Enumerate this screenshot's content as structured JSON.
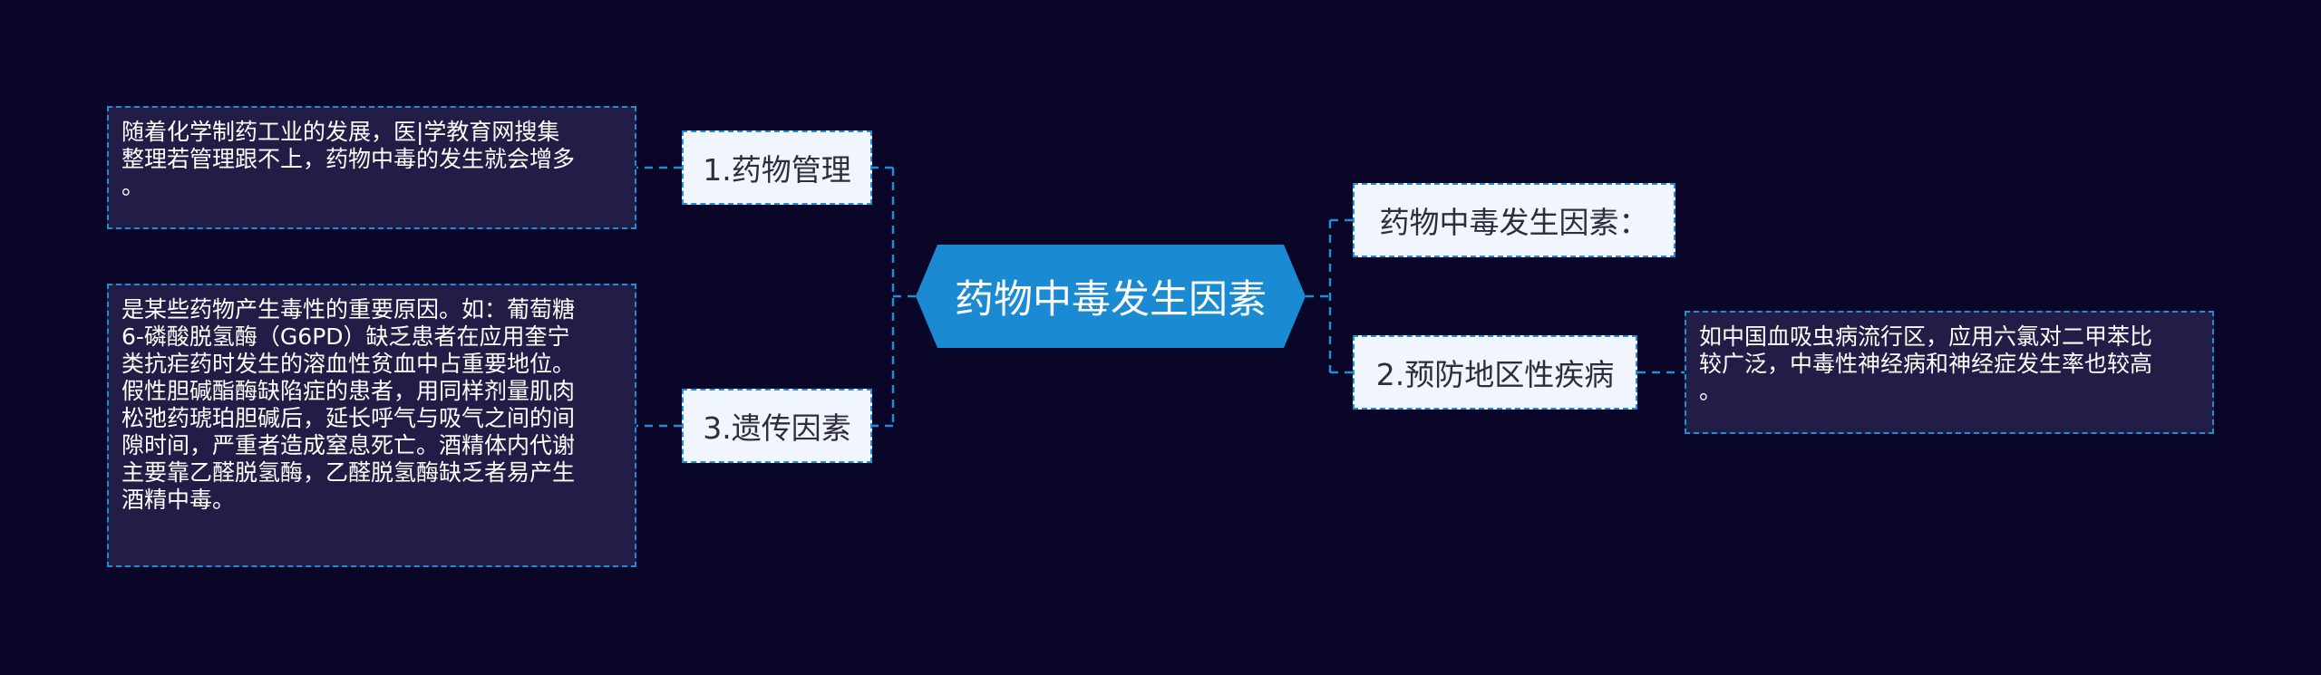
{
  "central": {
    "label": "药物中毒发生因素",
    "color": "#1a8bd2"
  },
  "left_branches": [
    {
      "label": "1.药物管理",
      "note": [
        "随着化学制药工业的发展，医|学教育网搜集",
        "整理若管理跟不上，药物中毒的发生就会增多",
        "。"
      ]
    },
    {
      "label": "3.遗传因素",
      "note": [
        "是某些药物产生毒性的重要原因。如：葡萄糖",
        "6-磷酸脱氢酶（G6PD）缺乏患者在应用奎宁",
        "类抗疟药时发生的溶血性贫血中占重要地位。",
        "假性胆碱酯酶缺陷症的患者，用同样剂量肌肉",
        "松弛药琥珀胆碱后，延长呼气与吸气之间的间",
        "隙时间，严重者造成窒息死亡。酒精体内代谢",
        "主要靠乙醛脱氢酶，乙醛脱氢酶缺乏者易产生",
        "酒精中毒。"
      ]
    }
  ],
  "right_branches": [
    {
      "label": "药物中毒发生因素："
    },
    {
      "label": "2.预防地区性疾病",
      "note": [
        "如中国血吸虫病流行区，应用六氯对二甲苯比",
        "较广泛，中毒性神经病和神经症发生率也较高",
        "。"
      ]
    }
  ],
  "colors": {
    "background": "#0a0628",
    "line": "#1f8ed6",
    "topic_fill": "#f1f5fd",
    "note_fill": "#221d46"
  }
}
